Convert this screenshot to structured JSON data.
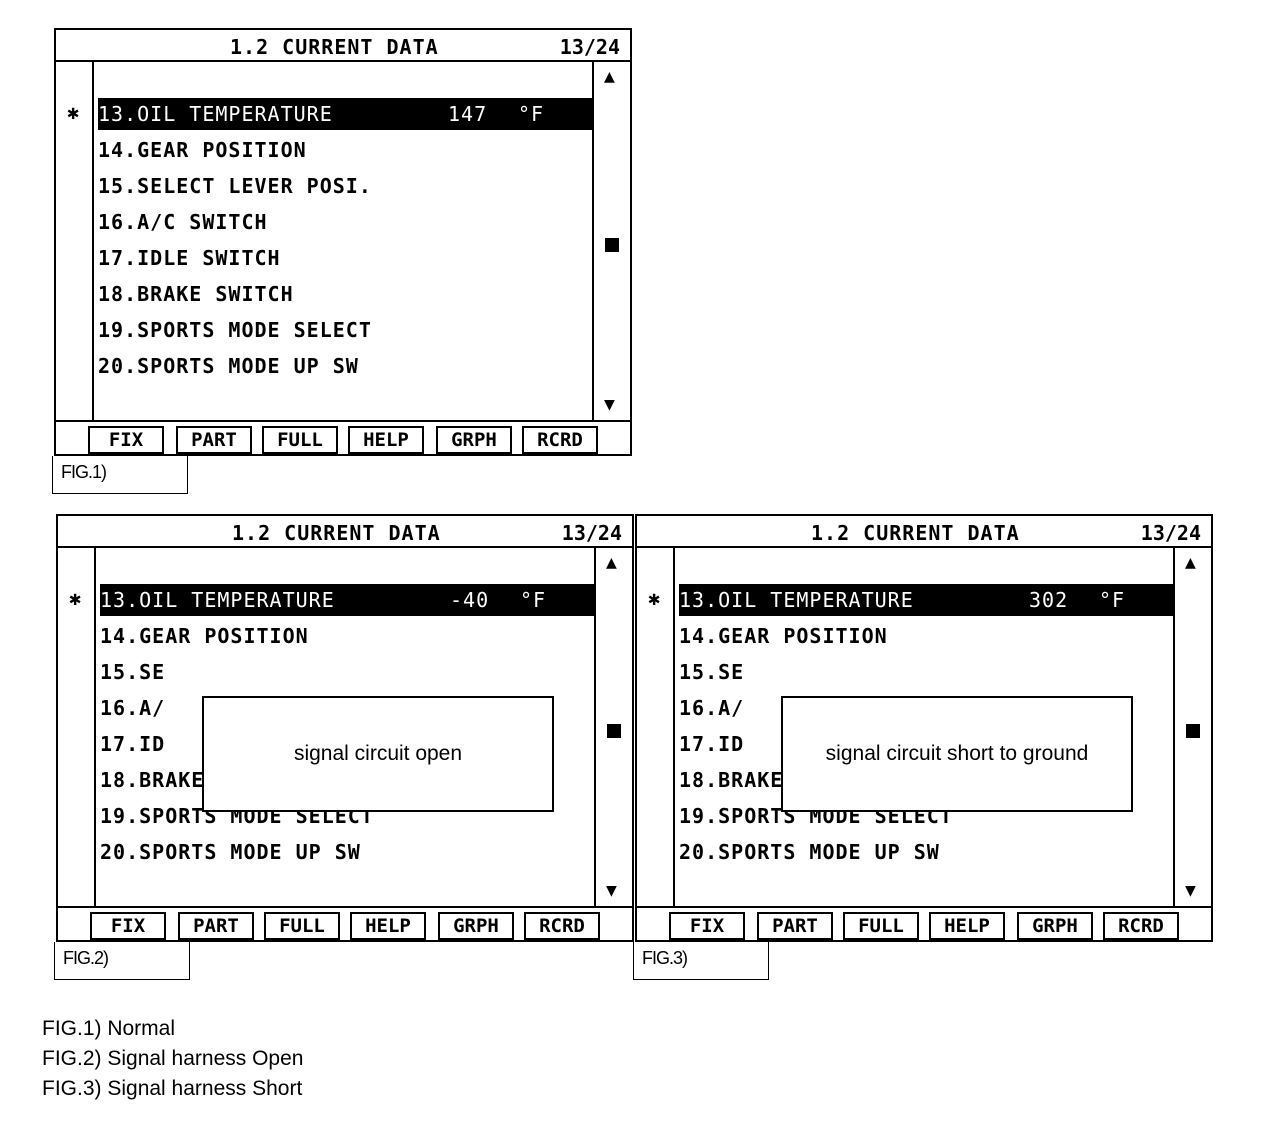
{
  "screens": [
    {
      "title": "1.2 CURRENT DATA",
      "page": "13/24",
      "marker": "✱",
      "rows": [
        {
          "label": "13.OIL TEMPERATURE",
          "value": "147",
          "unit": "°F"
        },
        {
          "label": "14.GEAR POSITION"
        },
        {
          "label": "15.SELECT LEVER POSI."
        },
        {
          "label": "16.A/C SWITCH"
        },
        {
          "label": "17.IDLE SWITCH"
        },
        {
          "label": "18.BRAKE SWITCH"
        },
        {
          "label": "19.SPORTS MODE SELECT"
        },
        {
          "label": "20.SPORTS MODE UP SW"
        }
      ],
      "buttons": [
        "FIX",
        "PART",
        "FULL",
        "HELP",
        "GRPH",
        "RCRD"
      ],
      "fig_label": "FIG.1)"
    },
    {
      "title": "1.2 CURRENT DATA",
      "page": "13/24",
      "marker": "✱",
      "rows": [
        {
          "label": "13.OIL TEMPERATURE",
          "value": "-40",
          "unit": "°F"
        },
        {
          "label": "14.GEAR POSITION"
        },
        {
          "label": "15.SE"
        },
        {
          "label": "16.A/"
        },
        {
          "label": "17.ID"
        },
        {
          "label": "18.BRAKE SWITCH"
        },
        {
          "label": "19.SPORTS MODE SELECT"
        },
        {
          "label": "20.SPORTS MODE UP SW"
        }
      ],
      "popup": "signal circuit open",
      "buttons": [
        "FIX",
        "PART",
        "FULL",
        "HELP",
        "GRPH",
        "RCRD"
      ],
      "fig_label": "FIG.2)"
    },
    {
      "title": "1.2 CURRENT DATA",
      "page": "13/24",
      "marker": "✱",
      "rows": [
        {
          "label": "13.OIL TEMPERATURE",
          "value": "302",
          "unit": "°F"
        },
        {
          "label": "14.GEAR POSITION"
        },
        {
          "label": "15.SE"
        },
        {
          "label": "16.A/"
        },
        {
          "label": "17.ID"
        },
        {
          "label": "18.BRAKE SWITCH"
        },
        {
          "label": "19.SPORTS MODE SELECT"
        },
        {
          "label": "20.SPORTS MODE UP SW"
        }
      ],
      "popup": "signal circuit short to ground",
      "buttons": [
        "FIX",
        "PART",
        "FULL",
        "HELP",
        "GRPH",
        "RCRD"
      ],
      "fig_label": "FIG.3)"
    }
  ],
  "legend": [
    "FIG.1) Normal",
    "FIG.2) Signal harness Open",
    "FIG.3) Signal harness Short"
  ],
  "icons": {
    "scroll_up": "triangle-up-icon",
    "scroll_thumb": "square-icon",
    "scroll_down": "triangle-down-icon",
    "marker": "asterisk-icon"
  }
}
